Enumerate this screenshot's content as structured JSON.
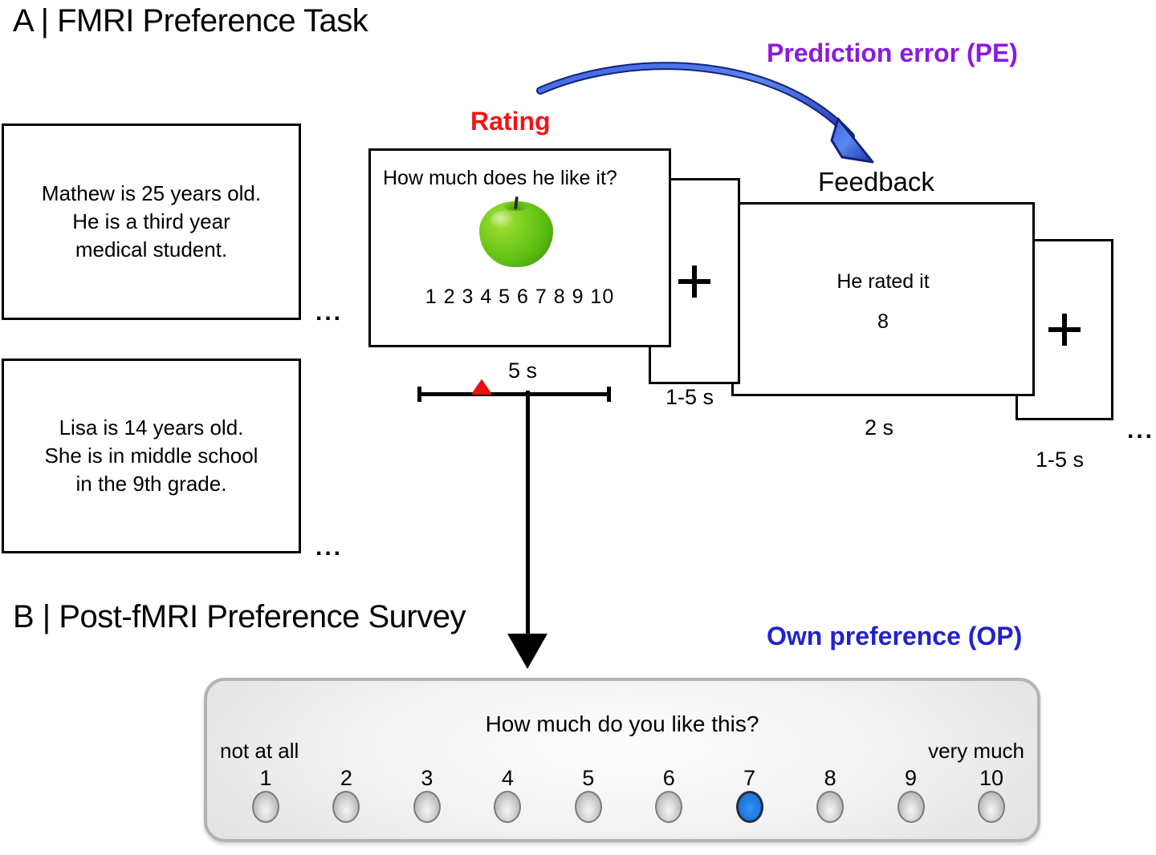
{
  "figure": {
    "sections": [
      {
        "id": "A",
        "prefix": "A |",
        "title": "FMRI Preference Task"
      },
      {
        "id": "B",
        "prefix": "B |",
        "title": "Post-fMRI Preference Survey"
      }
    ]
  },
  "vignettes": [
    {
      "text": "Mathew is 25 years old.\nHe is a third year\nmedical student.",
      "ellipsis": "..."
    },
    {
      "text": "Lisa is 14 years old.\nShe is in middle school\nin the 9th grade.",
      "ellipsis": "..."
    }
  ],
  "trial": {
    "stages": [
      {
        "name": "rating",
        "title": "Rating",
        "title_color": "#f41414",
        "question": "How much does he like it?",
        "duration": "5 s"
      },
      {
        "name": "fixation1",
        "title": "",
        "symbol": "+",
        "duration": "1-5 s"
      },
      {
        "name": "feedback",
        "title": "Feedback",
        "line1": "He rated it",
        "line2": "8",
        "duration": "2 s"
      },
      {
        "name": "fixation2",
        "title": "",
        "symbol": "+",
        "duration": "1-5 s"
      }
    ],
    "trailing_ellipsis": "...",
    "rating_scale": {
      "numbers": "1 2 3 4 5 6 7 8 9 10",
      "min": 1,
      "max": 10,
      "marker_value": 4,
      "marker_color": "#ee1111"
    },
    "stimulus": {
      "name": "green-apple",
      "color": "#62c014"
    }
  },
  "annotations": {
    "prediction_error": {
      "label": "Prediction error (PE)",
      "color": "#8b1ae0"
    },
    "own_preference": {
      "label": "Own preference (OP)",
      "color": "#2222cc"
    },
    "pe_arrow_color": "#2a43c8"
  },
  "survey": {
    "question": "How much do you like this?",
    "anchor_low": "not at all",
    "anchor_high": "very much",
    "options": [
      "1",
      "2",
      "3",
      "4",
      "5",
      "6",
      "7",
      "8",
      "9",
      "10"
    ],
    "selected": "7",
    "selected_color": "#1f7fe8"
  }
}
